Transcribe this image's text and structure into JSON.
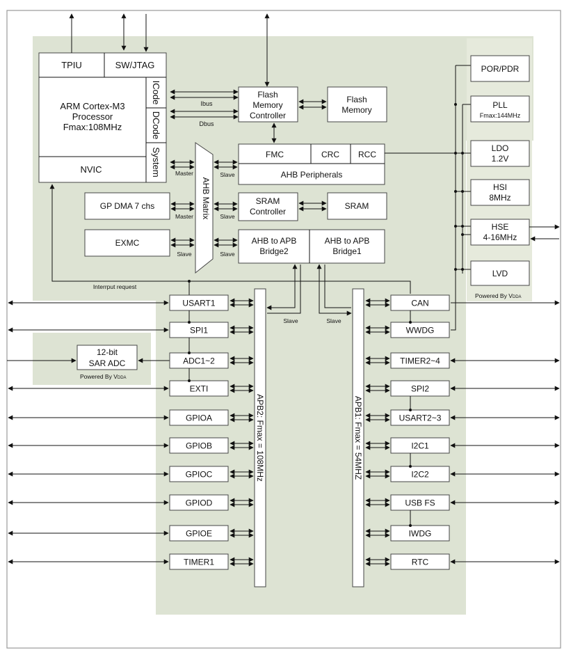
{
  "cpu": {
    "tpiu": "TPIU",
    "swjtag": "SW/JTAG",
    "core_line1": "ARM Cortex-M3",
    "core_line2": "Processor",
    "core_line3": "Fmax:108MHz",
    "nvic": "NVIC",
    "icode": "ICode",
    "dcode": "DCode",
    "system": "System"
  },
  "buses": {
    "ibus": "Ibus",
    "dbus": "Dbus",
    "ahb_matrix": "AHB Matrix",
    "apb2": "APB2: Fmax = 108MHz",
    "apb1": "APB1: Fmax = 54MHZ",
    "master": "Master",
    "slave": "Slave",
    "interrupt_request": "Interrput request"
  },
  "ahb": {
    "flash_ctrl_l1": "Flash",
    "flash_ctrl_l2": "Memory",
    "flash_ctrl_l3": "Controller",
    "flash_mem_l1": "Flash",
    "flash_mem_l2": "Memory",
    "fmc": "FMC",
    "crc": "CRC",
    "rcc": "RCC",
    "ahb_peripherals": "AHB Peripherals",
    "gp_dma": "GP DMA 7 chs",
    "sram_ctrl_l1": "SRAM",
    "sram_ctrl_l2": "Controller",
    "sram": "SRAM",
    "exmc": "EXMC",
    "bridge2_l1": "AHB to APB",
    "bridge2_l2": "Bridge2",
    "bridge1_l1": "AHB to APB",
    "bridge1_l2": "Bridge1"
  },
  "power": {
    "por_pdr": "POR/PDR",
    "pll": "PLL",
    "pll_fmax": "Fmax:144MHz",
    "ldo_l1": "LDO",
    "ldo_l2": "1.2V",
    "hsi_l1": "HSI",
    "hsi_l2": "8MHz",
    "hse_l1": "HSE",
    "hse_l2": "4-16MHz",
    "lvd": "LVD",
    "powered_by": "Powered By V",
    "vdda_sub": "DDA"
  },
  "adc": {
    "line1": "12-bit",
    "line2": "SAR ADC",
    "powered_by": "Powered By V",
    "vdda_sub": "DDA"
  },
  "apb2_peripherals": [
    "USART1",
    "SPI1",
    "ADC1~2",
    "EXTI",
    "GPIOA",
    "GPIOB",
    "GPIOC",
    "GPIOD",
    "GPIOE",
    "TIMER1"
  ],
  "apb1_peripherals": [
    "CAN",
    "WWDG",
    "TIMER2~4",
    "SPI2",
    "USART2~3",
    "I2C1",
    "I2C2",
    "USB FS",
    "IWDG",
    "RTC"
  ],
  "colors": {
    "background_fill": "#dde3d3",
    "box_fill": "#ffffff",
    "line": "#111111"
  }
}
